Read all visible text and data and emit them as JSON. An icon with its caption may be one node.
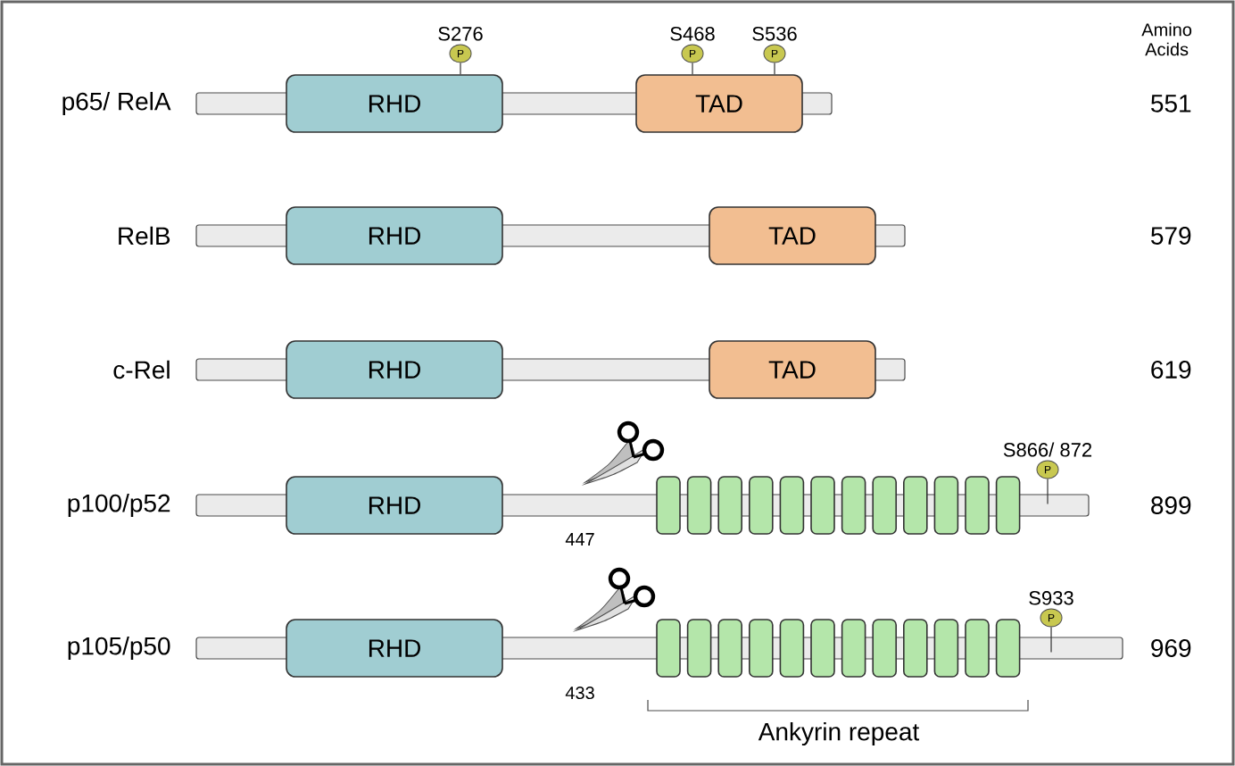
{
  "diagram": {
    "nodes": [
      {
        "text": [
          "P"
        ],
        "beside": [
          "S276"
        ]
      },
      {
        "text": [
          "P"
        ],
        "beside": [
          "S468"
        ]
      },
      {
        "text": [
          "P"
        ],
        "beside": [
          "S536"
        ]
      },
      {
        "text": [
          "RHD"
        ]
      },
      {
        "text": [
          "TAD"
        ]
      },
      {
        "text": [
          "RHD"
        ]
      },
      {
        "text": [
          "TAD"
        ]
      },
      {
        "text": [
          "RHD"
        ]
      },
      {
        "text": [
          "TAD"
        ]
      },
      {
        "text": [
          "P"
        ],
        "beside": [
          "S866/ 872"
        ]
      },
      {
        "text": [
          "RHD"
        ]
      },
      {
        "text": [],
        "shape": "box"
      },
      {
        "text": [],
        "shape": "box"
      },
      {
        "text": [],
        "shape": "box"
      },
      {
        "text": [],
        "shape": "box"
      },
      {
        "text": [],
        "shape": "box"
      },
      {
        "text": [],
        "shape": "box"
      },
      {
        "text": [],
        "shape": "box"
      },
      {
        "text": [],
        "shape": "box"
      },
      {
        "text": [],
        "shape": "box"
      },
      {
        "text": [],
        "shape": "box"
      },
      {
        "text": [],
        "shape": "box"
      },
      {
        "text": [],
        "shape": "box"
      },
      {
        "text": [
          "P"
        ],
        "beside": [
          "S933"
        ]
      },
      {
        "text": [
          "RHD"
        ]
      },
      {
        "text": [],
        "shape": "box"
      },
      {
        "text": [],
        "shape": "box"
      },
      {
        "text": [],
        "shape": "box"
      },
      {
        "text": [],
        "shape": "box"
      },
      {
        "text": [],
        "shape": "box"
      },
      {
        "text": [],
        "shape": "box"
      },
      {
        "text": [],
        "shape": "box"
      },
      {
        "text": [],
        "shape": "box"
      },
      {
        "text": [],
        "shape": "box"
      },
      {
        "text": [],
        "shape": "box"
      },
      {
        "text": [],
        "shape": "box"
      },
      {
        "text": [],
        "shape": "box"
      }
    ],
    "edges": [
      {
        "from": 0,
        "to": 3,
        "arrow": "none"
      },
      {
        "from": 1,
        "to": 4,
        "arrow": "none"
      },
      {
        "from": 2,
        "to": 4,
        "arrow": "none"
      },
      {
        "from": 9,
        "to": null,
        "arrow": "none"
      },
      {
        "from": 23,
        "to": null,
        "arrow": "none"
      }
    ],
    "labels": [
      "Amino Acids",
      "p65/ RelA",
      "551",
      "RelB",
      "579",
      "c-Rel",
      "619",
      "p100/p52",
      "899",
      "447",
      "p105/p50",
      "969",
      "433",
      "Ankyrin repeat"
    ]
  }
}
